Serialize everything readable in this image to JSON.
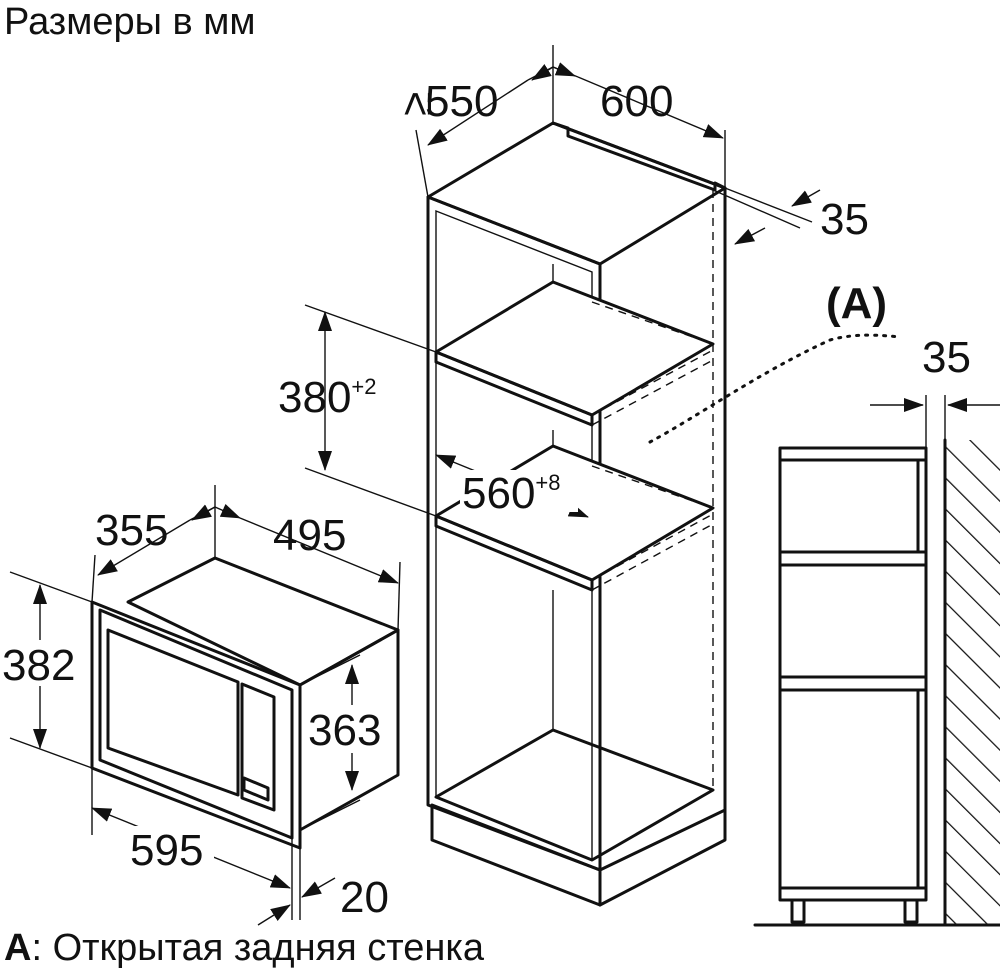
{
  "title": "Размеры в мм",
  "footnote": {
    "letter": "A",
    "text": ": Открытая задняя стенка"
  },
  "callout": "(A)",
  "microwave": {
    "depth_total": "355",
    "width_total": "495",
    "height_total": "382",
    "body_height": "363",
    "front_width": "595",
    "front_thickness": "20"
  },
  "cabinet": {
    "min_depth": "≥ 550",
    "width": "600",
    "back_gap": "35",
    "niche_height": "380",
    "niche_height_tol": "+2",
    "niche_width": "560",
    "niche_width_tol": "+8"
  },
  "detail": {
    "wall_gap": "35"
  }
}
